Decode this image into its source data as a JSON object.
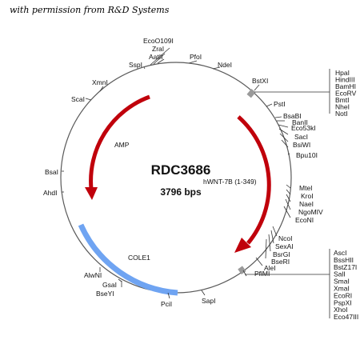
{
  "credit": "with permission from R&D Systems",
  "plasmid": {
    "name": "RDC3686",
    "size": "3796 bps"
  },
  "features": {
    "amp": "AMP",
    "cole1": "COLE1",
    "insert": "hWNT-7B (1-349)"
  },
  "sites": {
    "eco0109i": "EcoO109I",
    "zrai": "ZraI",
    "aatii": "AatII",
    "sspi": "SspI",
    "pfoi": "PfoI",
    "ndei": "NdeI",
    "xmni": "XmnI",
    "scai": "ScaI",
    "bstxi": "BstXI",
    "psti": "PstI",
    "bsabi": "BsaBI",
    "bani": "BanII",
    "eco53ki": "Eco53kI",
    "saci": "SacI",
    "bsiwi": "BsiWI",
    "bpu10i": "Bpu10I",
    "bsai": "BsaI",
    "ahdi": "AhdI",
    "mtei": "MteI",
    "kroi": "KroI",
    "naei": "NaeI",
    "ngomiv": "NgoMIV",
    "econi": "EcoNI",
    "ncoi": "NcoI",
    "sexai": "SexAI",
    "bsrgi": "BsrGI",
    "bseri": "BseRI",
    "alei": "AleI",
    "pflmi": "PflMI",
    "alwni": "AlwNI",
    "gsai": "GsaI",
    "bseyi": "BseYI",
    "pcii": "PciI",
    "sapi": "SapI"
  },
  "mcs_top": [
    "HpaI",
    "HindIII",
    "BamHI",
    "EcoRV",
    "BmtI",
    "NheI",
    "NotI"
  ],
  "mcs_bottom": [
    "AscI",
    "BssHII",
    "BstZ17I",
    "SalI",
    "SmaI",
    "XmaI",
    "EcoRI",
    "PspXI",
    "XhoI",
    "Eco47III"
  ],
  "colors": {
    "backbone": "#5a5a5a",
    "arrow": "#c0000b",
    "cole1": "#6fa4f2",
    "marker": "#9a9a9a"
  }
}
